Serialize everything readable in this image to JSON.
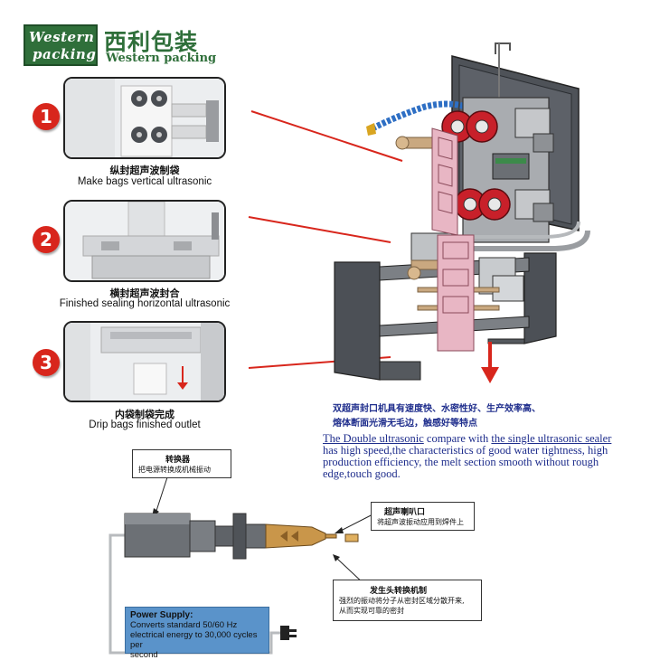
{
  "logo": {
    "en_line1": "Western",
    "en_line2": "packing",
    "cn_name": "西利包装",
    "en_name": "Western packing"
  },
  "steps": [
    {
      "number": "1",
      "caption_cn": "纵封超声波制袋",
      "caption_en": "Make bags vertical ultrasonic"
    },
    {
      "number": "2",
      "caption_cn": "横封超声波封合",
      "caption_en": "Finished sealing  horizontal ultrasonic"
    },
    {
      "number": "3",
      "caption_cn": "内袋制袋完成",
      "caption_en": "Drip bags finished outlet"
    }
  ],
  "description": {
    "cn_line1": "双超声封口机具有速度快、水密性好、生产效率高、",
    "cn_line2": "熔体断面光滑无毛边，触感好等特点",
    "en_part1": "The Double ultrasonic",
    "en_part2": " compare with ",
    "en_part3": "the single ultrasonic sealer",
    "en_part4": " has high speed,the characteristics of good water tightness, high production efficiency,  the melt section smooth without rough edge,touch good."
  },
  "callouts": {
    "converter": {
      "title": "转换器",
      "desc": "把电源转换成机械振动"
    },
    "horn": {
      "title": "超声喇叭口",
      "desc": "将超声波振动应用到焊件上"
    },
    "booster": {
      "title": "发生头转换机制",
      "desc_line1": "强烈的振动将分子从密封区域分散开来,",
      "desc_line2": "从而实现可靠的密封"
    }
  },
  "power_supply": {
    "title": "Power Supply:",
    "desc_line1": "Converts standard 50/60 Hz",
    "desc_line2": "electrical energy to 30,000 cycles per",
    "desc_line3": "second"
  },
  "colors": {
    "brand_green": "#2f6f3a",
    "step_red": "#d8261c",
    "text_blue": "#1e2d8c",
    "power_blue": "#5a93ca",
    "bag_pink": "#e8b6c4",
    "roller_red": "#c8202a"
  }
}
